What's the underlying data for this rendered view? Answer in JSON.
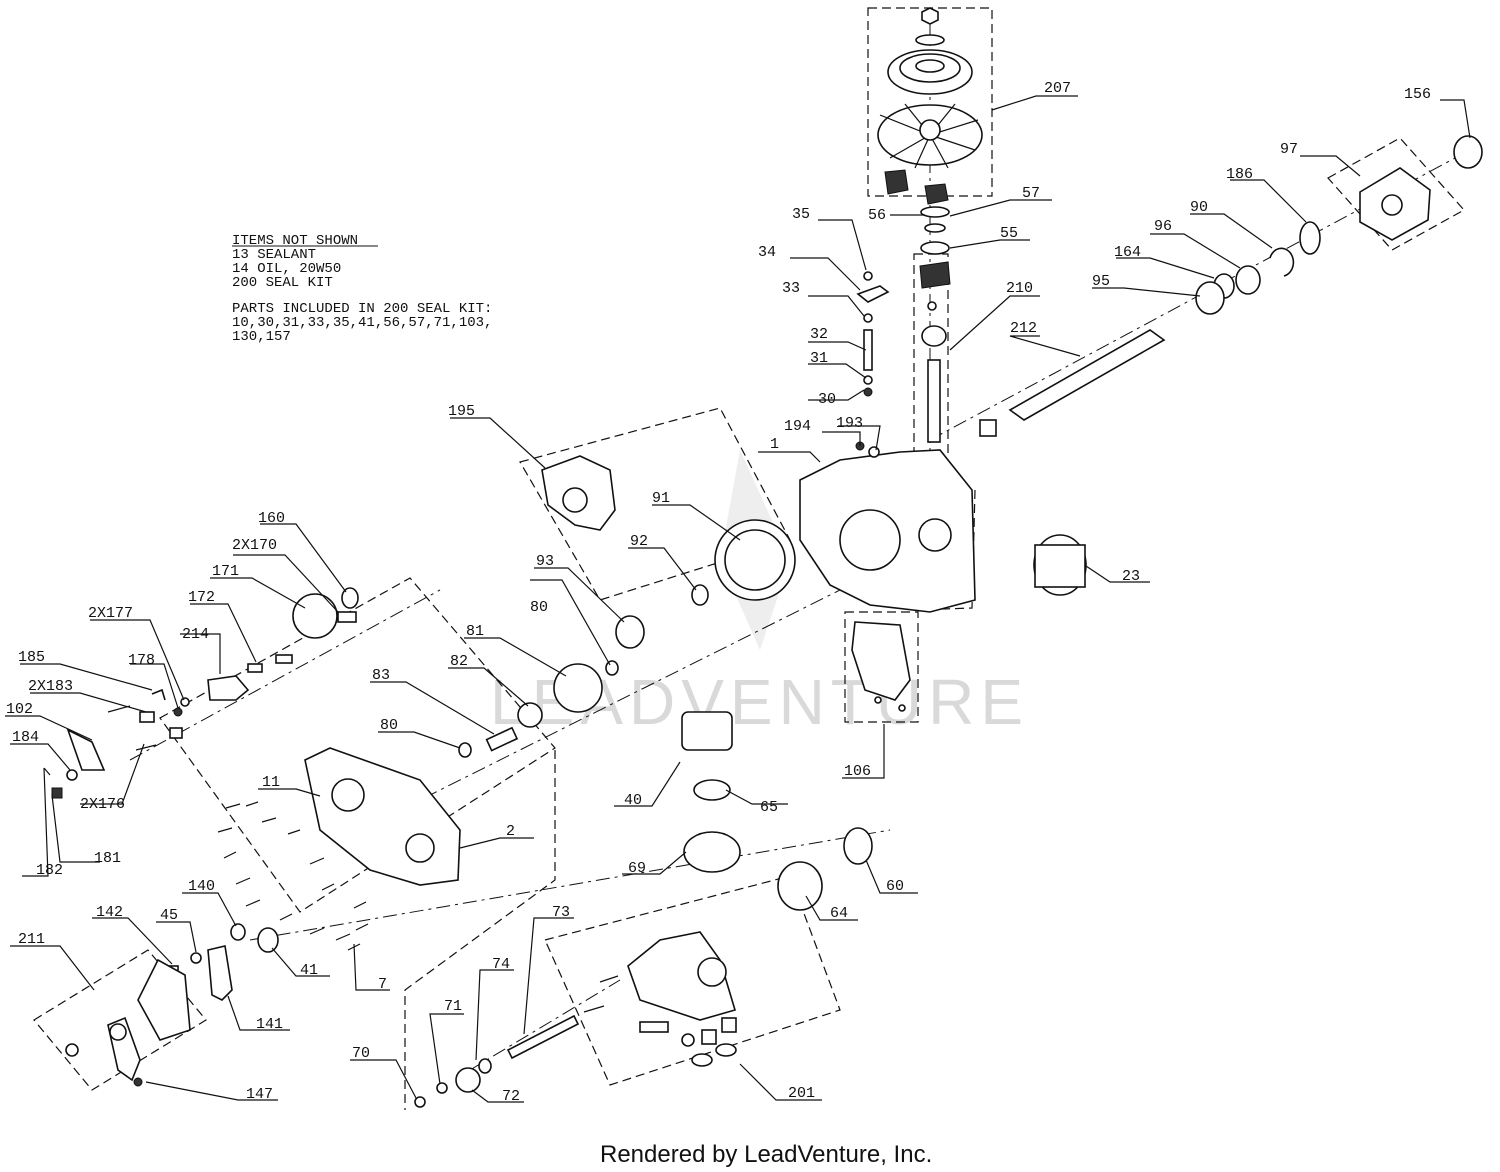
{
  "notes": {
    "heading": "ITEMS NOT SHOWN",
    "lines": [
      "13 SEALANT",
      "14 OIL, 20W50",
      "200 SEAL KIT"
    ],
    "kit_heading": "PARTS INCLUDED IN 200 SEAL KIT:",
    "kit_lines": [
      "10,30,31,33,35,41,56,57,71,103,",
      "130,157"
    ]
  },
  "watermark": "LEADVENTURE",
  "footer": "Rendered by LeadVenture, Inc.",
  "callouts": [
    {
      "id": "207",
      "text": "207"
    },
    {
      "id": "57",
      "text": "57"
    },
    {
      "id": "56",
      "text": "56"
    },
    {
      "id": "55",
      "text": "55"
    },
    {
      "id": "35",
      "text": "35"
    },
    {
      "id": "34",
      "text": "34"
    },
    {
      "id": "33",
      "text": "33"
    },
    {
      "id": "32",
      "text": "32"
    },
    {
      "id": "31",
      "text": "31"
    },
    {
      "id": "30",
      "text": "30"
    },
    {
      "id": "210",
      "text": "210"
    },
    {
      "id": "212",
      "text": "212"
    },
    {
      "id": "194",
      "text": "194"
    },
    {
      "id": "193",
      "text": "193"
    },
    {
      "id": "1",
      "text": "1"
    },
    {
      "id": "195",
      "text": "195"
    },
    {
      "id": "156",
      "text": "156"
    },
    {
      "id": "97",
      "text": "97"
    },
    {
      "id": "186",
      "text": "186"
    },
    {
      "id": "90",
      "text": "90"
    },
    {
      "id": "96",
      "text": "96"
    },
    {
      "id": "164",
      "text": "164"
    },
    {
      "id": "95",
      "text": "95"
    },
    {
      "id": "91",
      "text": "91"
    },
    {
      "id": "92",
      "text": "92"
    },
    {
      "id": "93",
      "text": "93"
    },
    {
      "id": "23",
      "text": "23"
    },
    {
      "id": "160",
      "text": "160"
    },
    {
      "id": "2x170",
      "text": "2X170"
    },
    {
      "id": "171",
      "text": "171"
    },
    {
      "id": "172",
      "text": "172"
    },
    {
      "id": "214",
      "text": "214"
    },
    {
      "id": "2x177",
      "text": "2X177"
    },
    {
      "id": "178",
      "text": "178"
    },
    {
      "id": "185",
      "text": "185"
    },
    {
      "id": "2x183",
      "text": "2X183"
    },
    {
      "id": "102",
      "text": "102"
    },
    {
      "id": "184",
      "text": "184"
    },
    {
      "id": "2x176",
      "text": "2X176"
    },
    {
      "id": "181",
      "text": "181"
    },
    {
      "id": "182",
      "text": "182"
    },
    {
      "id": "80a",
      "text": "80"
    },
    {
      "id": "81",
      "text": "81"
    },
    {
      "id": "82",
      "text": "82"
    },
    {
      "id": "83",
      "text": "83"
    },
    {
      "id": "80b",
      "text": "80"
    },
    {
      "id": "106",
      "text": "106"
    },
    {
      "id": "40",
      "text": "40"
    },
    {
      "id": "65",
      "text": "65"
    },
    {
      "id": "11",
      "text": "11"
    },
    {
      "id": "2",
      "text": "2"
    },
    {
      "id": "69",
      "text": "69"
    },
    {
      "id": "60",
      "text": "60"
    },
    {
      "id": "64",
      "text": "64"
    },
    {
      "id": "140",
      "text": "140"
    },
    {
      "id": "142",
      "text": "142"
    },
    {
      "id": "45",
      "text": "45"
    },
    {
      "id": "211",
      "text": "211"
    },
    {
      "id": "41",
      "text": "41"
    },
    {
      "id": "7",
      "text": "7"
    },
    {
      "id": "141",
      "text": "141"
    },
    {
      "id": "73",
      "text": "73"
    },
    {
      "id": "74",
      "text": "74"
    },
    {
      "id": "71",
      "text": "71"
    },
    {
      "id": "70",
      "text": "70"
    },
    {
      "id": "72",
      "text": "72"
    },
    {
      "id": "147",
      "text": "147"
    },
    {
      "id": "201",
      "text": "201"
    }
  ]
}
